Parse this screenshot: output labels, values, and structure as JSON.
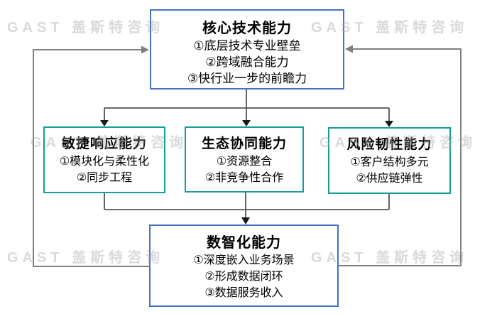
{
  "watermark": {
    "text": "GAST 盖斯特咨询"
  },
  "colors": {
    "box_blue_border": "#4472c4",
    "box_teal_border": "#149e96",
    "connector_line": "#555555",
    "connector_arrow": "#1a1a1a",
    "loop_line": "#7f7f7f",
    "watermark_text": "#d9d9d9",
    "text": "#000000",
    "background": "#ffffff"
  },
  "diagram": {
    "top_box": {
      "title": "核心技术能力",
      "items": [
        "①底层技术专业壁垒",
        "②跨域融合能力",
        "③快行业一步的前瞻力"
      ]
    },
    "middle_boxes": [
      {
        "title": "敏捷响应能力",
        "items": [
          "①模块化与柔性化",
          "②同步工程"
        ]
      },
      {
        "title": "生态协同能力",
        "items": [
          "①资源整合",
          "②非竞争性合作"
        ]
      },
      {
        "title": "风险韧性能力",
        "items": [
          "①客户结构多元",
          "②供应链弹性"
        ]
      }
    ],
    "bottom_box": {
      "title": "数智化能力",
      "items": [
        "①深度嵌入业务场景",
        "②形成数据闭环",
        "③数据服务收入"
      ]
    }
  }
}
